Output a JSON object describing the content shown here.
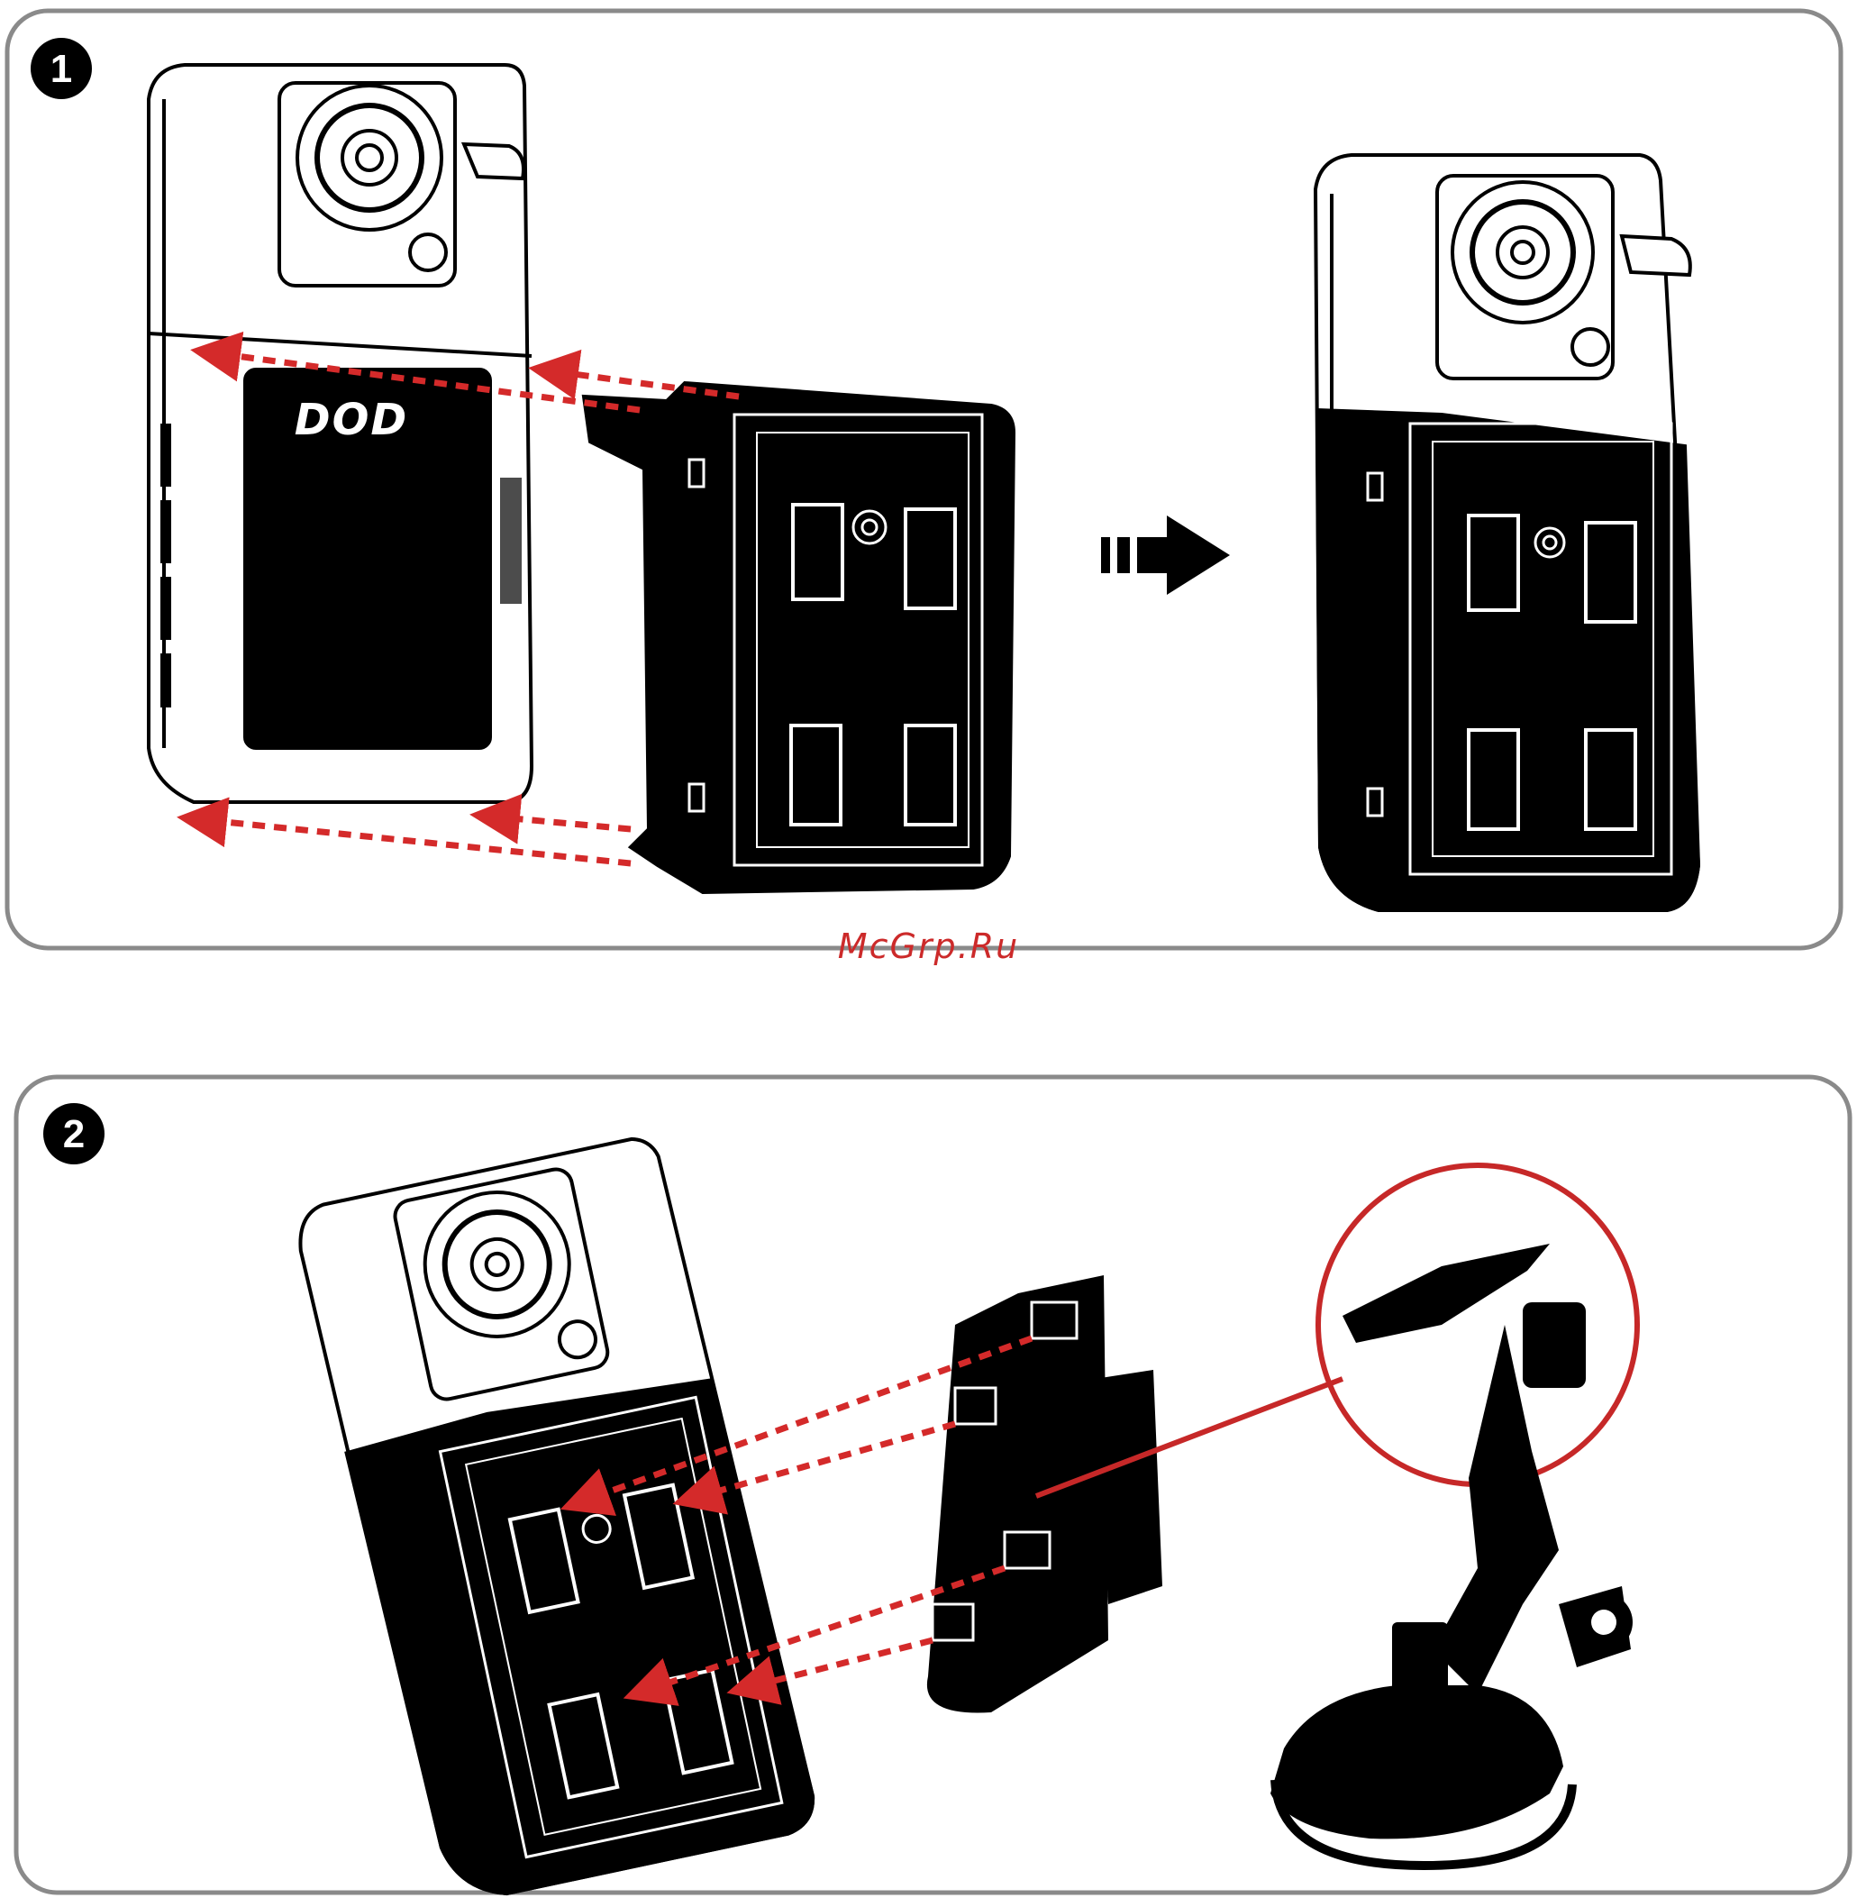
{
  "steps": [
    {
      "number": "1"
    },
    {
      "number": "2"
    }
  ],
  "brand_logo": "DOD",
  "watermark": "McGrp.Ru",
  "colors": {
    "arrow_red": "#d42a2a",
    "frame_gray": "#8a8a8a",
    "device_black": "#000000"
  },
  "icons": [
    "step-1-badge",
    "step-2-badge",
    "direction-arrow-icon",
    "magnifier-circle"
  ]
}
